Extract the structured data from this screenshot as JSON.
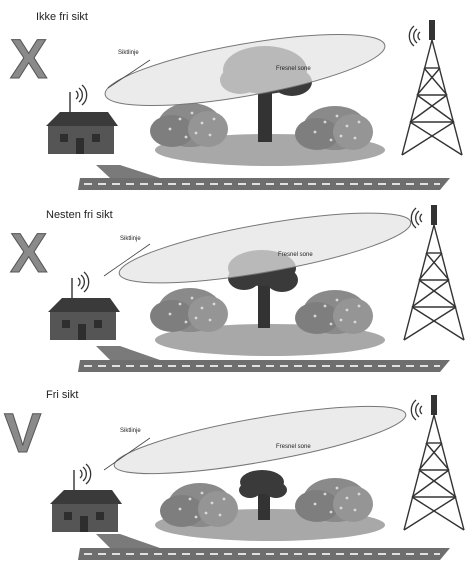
{
  "panels": [
    {
      "title": "Ikke fri sikt",
      "symbol": "X",
      "sightline_label": "Siktlinje",
      "fresnel_label": "Fresnel sone",
      "obstruction": "blocked"
    },
    {
      "title": "Nesten fri sikt",
      "symbol": "X",
      "sightline_label": "Siktlinje",
      "fresnel_label": "Fresnel sone",
      "obstruction": "partial"
    },
    {
      "title": "Fri sikt",
      "symbol": "V",
      "sightline_label": "Siktlinje",
      "fresnel_label": "Fresnel sone",
      "obstruction": "clear"
    }
  ],
  "icons": {
    "house": "house-icon",
    "tower": "radio-tower-icon",
    "signal": "signal-waves-icon",
    "tree": "tree-icon",
    "bushes": "bushes-icon",
    "road": "road-icon"
  },
  "colors": {
    "symbol_gray": "#8a8a8a",
    "house_dark": "#4a4a4a",
    "tree_dark": "#333333",
    "bush_gray": "#8c8c8c",
    "ellipse_fill": "#e4e4e4",
    "road_gray": "#6e6e6e"
  }
}
